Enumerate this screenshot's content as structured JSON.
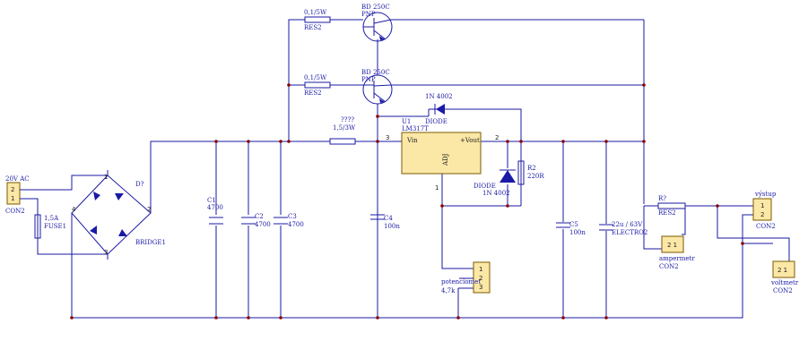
{
  "labels": {
    "q1_type": "BD 250C",
    "q1_ref": "PNP",
    "q2_type": "BD 250C",
    "q2_ref": "PNP",
    "r_top1_val": "0,1/5W",
    "r_top1_ref": "RES2",
    "r_top2_val": "0,1/5W",
    "r_top2_ref": "RES2",
    "d_1n_val": "1N 4002",
    "d_1n_ref": "DIODE",
    "r_sense_ref": "????",
    "r_sense_val": "1,5/3W",
    "u1_ref": "U1",
    "u1_type": "LM317T",
    "u1_vin": "Vin",
    "u1_vout": "+Vout",
    "u1_adj": "ADJ",
    "u1_pin3": "3",
    "u1_pin2": "2",
    "u1_pin1": "1",
    "input_label": "20V AC",
    "input_pin2": "2",
    "input_pin1": "1",
    "input_ref": "CON2",
    "fuse_val": "1,5A",
    "fuse_ref": "FUSE1",
    "bridge_ref": "D?",
    "bridge_name": "BRIDGE1",
    "bridge_pin1": "1",
    "bridge_pin2": "2",
    "bridge_pin3": "3",
    "bridge_pin4": "4",
    "c1_ref": "C1",
    "c1_val": "4700",
    "c2_ref": "C2",
    "c2_val": "4700",
    "c3_ref": "C3",
    "c3_val": "4700",
    "c4_ref": "C4",
    "c4_val": "100n",
    "d_low_ref": "DIODE",
    "d_low_val": "1N 4002",
    "r2_ref": "R2",
    "r2_val": "220R",
    "c5_ref": "C5",
    "c5_val": "100n",
    "c_elec_val": "22u / 63V",
    "c_elec_ref": "ELECTRO2",
    "pot_name": "potenciomet",
    "pot_val": "4,7k",
    "pot_pin1": "1",
    "pot_pin2": "2",
    "pot_pin3": "3",
    "r_out_ref": "R?",
    "r_out_val": "RES2",
    "out_label": "výstup",
    "out_pin1": "1",
    "out_pin2": "2",
    "out_ref": "CON2",
    "amp_pins": "2 1",
    "amp_name": "ampermetr",
    "amp_ref": "CON2",
    "volt_pins": "2 1",
    "volt_name": "voltmetr",
    "volt_ref": "CON2"
  },
  "colors": {
    "wire": "#1a1aa6",
    "junction": "#8a0000",
    "component_fill": "#fbe8a6"
  }
}
